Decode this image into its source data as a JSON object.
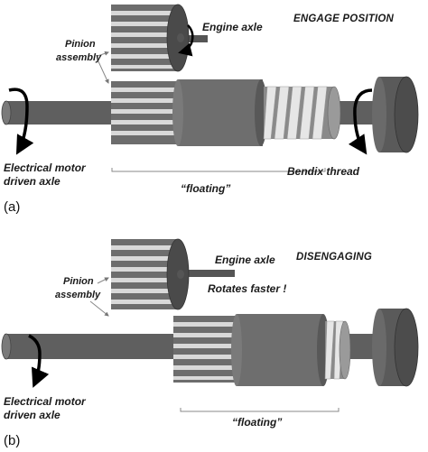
{
  "panel_a": {
    "tag": "(a)",
    "title": "ENGAGE POSITION",
    "engine_axle": "Engine axle",
    "pinion_line1": "Pinion",
    "pinion_line2": "assembly",
    "motor_line1": "Electrical motor",
    "motor_line2": "driven axle",
    "floating": "“floating”",
    "bendix": "Bendix thread"
  },
  "panel_b": {
    "tag": "(b)",
    "title": "DISENGAGING",
    "engine_axle": "Engine axle",
    "rotates": "Rotates faster !",
    "pinion_line1": "Pinion",
    "pinion_line2": "assembly",
    "motor_line1": "Electrical motor",
    "motor_line2": "driven axle",
    "floating": "“floating”"
  },
  "colors": {
    "shaft_dark": "#5f5f5f",
    "gear_body": "#6d6d6d",
    "gear_stripe": "#d9d9d9",
    "thread_light": "#e6e6e6",
    "face_dark": "#4a4a4a"
  }
}
